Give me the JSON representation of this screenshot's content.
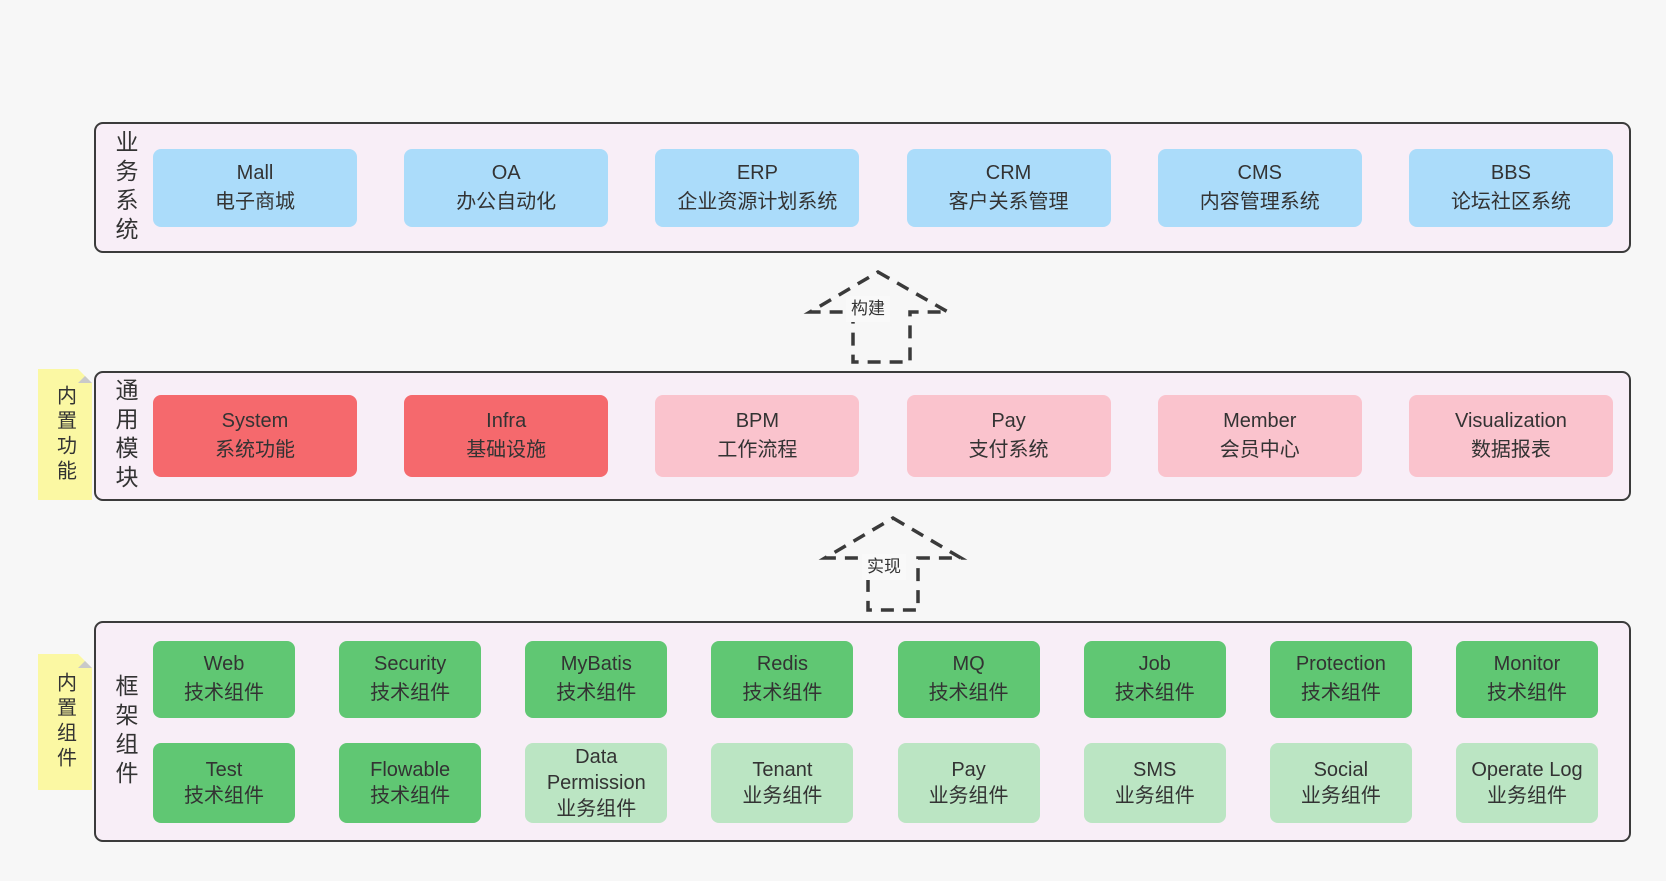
{
  "colors": {
    "page_bg": "#f7f7f7",
    "band_bg": "#f8eef7",
    "band_border": "#3b3b3b",
    "box_blue": "#abdcfa",
    "box_red": "#f5696d",
    "box_pink": "#fac3cd",
    "box_green": "#60c773",
    "box_light_green": "#bbe5c3",
    "note_yellow": "#fbf8a3",
    "note_fold_gray": "#c9c9c9",
    "text": "#333333"
  },
  "bands": {
    "business": {
      "label": "业务系统",
      "boxes": [
        {
          "en": "Mall",
          "zh": "电子商城",
          "variant": "blue"
        },
        {
          "en": "OA",
          "zh": "办公自动化",
          "variant": "blue"
        },
        {
          "en": "ERP",
          "zh": "企业资源计划系统",
          "variant": "blue"
        },
        {
          "en": "CRM",
          "zh": "客户关系管理",
          "variant": "blue"
        },
        {
          "en": "CMS",
          "zh": "内容管理系统",
          "variant": "blue"
        },
        {
          "en": "BBS",
          "zh": "论坛社区系统",
          "variant": "blue"
        }
      ]
    },
    "modules": {
      "label": "通用模块",
      "note": "内置功能",
      "boxes": [
        {
          "en": "System",
          "zh": "系统功能",
          "variant": "red"
        },
        {
          "en": "Infra",
          "zh": "基础设施",
          "variant": "red"
        },
        {
          "en": "BPM",
          "zh": "工作流程",
          "variant": "pink"
        },
        {
          "en": "Pay",
          "zh": "支付系统",
          "variant": "pink"
        },
        {
          "en": "Member",
          "zh": "会员中心",
          "variant": "pink"
        },
        {
          "en": "Visualization",
          "zh": "数据报表",
          "variant": "pink"
        }
      ]
    },
    "framework": {
      "label": "框架组件",
      "note": "内置组件",
      "row1": [
        {
          "en": "Web",
          "zh": "技术组件",
          "variant": "green"
        },
        {
          "en": "Security",
          "zh": "技术组件",
          "variant": "green"
        },
        {
          "en": "MyBatis",
          "zh": "技术组件",
          "variant": "green"
        },
        {
          "en": "Redis",
          "zh": "技术组件",
          "variant": "green"
        },
        {
          "en": "MQ",
          "zh": "技术组件",
          "variant": "green"
        },
        {
          "en": "Job",
          "zh": "技术组件",
          "variant": "green"
        },
        {
          "en": "Protection",
          "zh": "技术组件",
          "variant": "green"
        },
        {
          "en": "Monitor",
          "zh": "技术组件",
          "variant": "green"
        }
      ],
      "row2": [
        {
          "en": "Test",
          "zh": "技术组件",
          "variant": "green"
        },
        {
          "en": "Flowable",
          "zh": "技术组件",
          "variant": "green"
        },
        {
          "en": "Data Permission",
          "zh": "业务组件",
          "variant": "light-green"
        },
        {
          "en": "Tenant",
          "zh": "业务组件",
          "variant": "light-green"
        },
        {
          "en": "Pay",
          "zh": "业务组件",
          "variant": "light-green"
        },
        {
          "en": "SMS",
          "zh": "业务组件",
          "variant": "light-green"
        },
        {
          "en": "Social",
          "zh": "业务组件",
          "variant": "light-green"
        },
        {
          "en": "Operate Log",
          "zh": "业务组件",
          "variant": "light-green"
        }
      ]
    }
  },
  "arrows": {
    "build": {
      "label": "构建"
    },
    "implement": {
      "label": "实现"
    }
  }
}
